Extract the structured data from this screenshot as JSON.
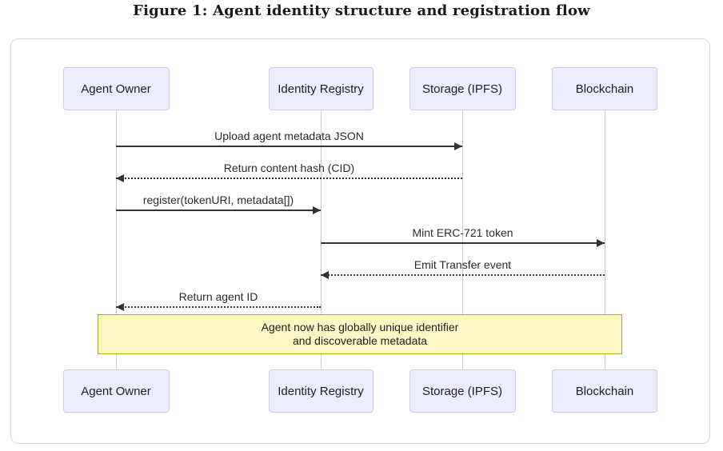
{
  "title": "Figure 1: Agent identity structure and registration flow",
  "colors": {
    "actor_fill": "#ECECFF",
    "actor_border": "#CDCDE3",
    "lifeline": "#CBCBD6",
    "arrow": "#333333",
    "note_fill": "#FBF7C5",
    "note_border": "#AAAA33",
    "frame_border": "#D8D8D8",
    "text": "#1F1F1F"
  },
  "diagram": {
    "actors": [
      {
        "id": "agent-owner",
        "label": "Agent Owner"
      },
      {
        "id": "identity-registry",
        "label": "Identity Registry"
      },
      {
        "id": "storage-ipfs",
        "label": "Storage (IPFS)"
      },
      {
        "id": "blockchain",
        "label": "Blockchain"
      }
    ],
    "messages": [
      {
        "label": "Upload agent metadata JSON",
        "from": "agent-owner",
        "to": "storage-ipfs",
        "line": "solid"
      },
      {
        "label": "Return content hash (CID)",
        "from": "storage-ipfs",
        "to": "agent-owner",
        "line": "dotted"
      },
      {
        "label": "register(tokenURI, metadata[])",
        "from": "agent-owner",
        "to": "identity-registry",
        "line": "solid"
      },
      {
        "label": "Mint ERC-721 token",
        "from": "identity-registry",
        "to": "blockchain",
        "line": "solid"
      },
      {
        "label": "Emit Transfer event",
        "from": "blockchain",
        "to": "identity-registry",
        "line": "dotted"
      },
      {
        "label": "Return agent ID",
        "from": "identity-registry",
        "to": "agent-owner",
        "line": "dotted"
      }
    ],
    "note": {
      "lines": [
        "Agent now has globally unique identifier",
        "and discoverable metadata"
      ]
    }
  }
}
